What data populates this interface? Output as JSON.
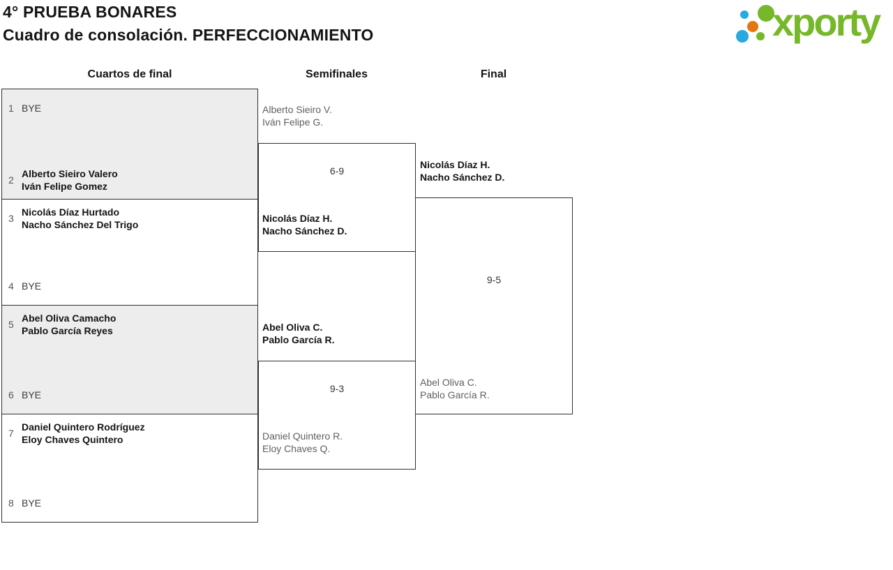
{
  "page": {
    "title_line1": "4° PRUEBA BONARES",
    "title_line2": "Cuadro de consolación. PERFECCIONAMIENTO"
  },
  "logo": {
    "wordmark": "xporty",
    "colors": {
      "green": "#76b82a",
      "blue": "#29a9e0",
      "orange": "#e5750f"
    }
  },
  "round_headers": {
    "quarterfinals": "Cuartos de final",
    "semifinals": "Semifinales",
    "final": "Final"
  },
  "quarterfinals": [
    {
      "top": {
        "seed": "1",
        "line1": "BYE",
        "line2": ""
      },
      "bottom": {
        "seed": "2",
        "line1": "Alberto Sieiro Valero",
        "line2": "Iván Felipe Gomez"
      }
    },
    {
      "top": {
        "seed": "3",
        "line1": "Nicolás Díaz Hurtado",
        "line2": "Nacho Sánchez Del Trigo"
      },
      "bottom": {
        "seed": "4",
        "line1": "BYE",
        "line2": ""
      }
    },
    {
      "top": {
        "seed": "5",
        "line1": "Abel Oliva Camacho",
        "line2": "Pablo García Reyes"
      },
      "bottom": {
        "seed": "6",
        "line1": "BYE",
        "line2": ""
      }
    },
    {
      "top": {
        "seed": "7",
        "line1": "Daniel Quintero Rodríguez",
        "line2": "Eloy Chaves Quintero"
      },
      "bottom": {
        "seed": "8",
        "line1": "BYE",
        "line2": ""
      }
    }
  ],
  "semifinals": [
    {
      "score": "6-9",
      "top": {
        "line1": "Alberto Sieiro V.",
        "line2": "Iván Felipe G.",
        "result": "loser"
      },
      "bottom": {
        "line1": "Nicolás Díaz H.",
        "line2": "Nacho Sánchez D.",
        "result": "winner"
      }
    },
    {
      "score": "9-3",
      "top": {
        "line1": "Abel Oliva C.",
        "line2": "Pablo García R.",
        "result": "winner"
      },
      "bottom": {
        "line1": "Daniel Quintero R.",
        "line2": "Eloy Chaves Q.",
        "result": "loser"
      }
    }
  ],
  "final": {
    "score": "9-5",
    "top": {
      "line1": "Nicolás Díaz H.",
      "line2": "Nacho Sánchez D.",
      "result": "winner"
    },
    "bottom": {
      "line1": "Abel Oliva C.",
      "line2": "Pablo García R.",
      "result": "loser"
    }
  }
}
